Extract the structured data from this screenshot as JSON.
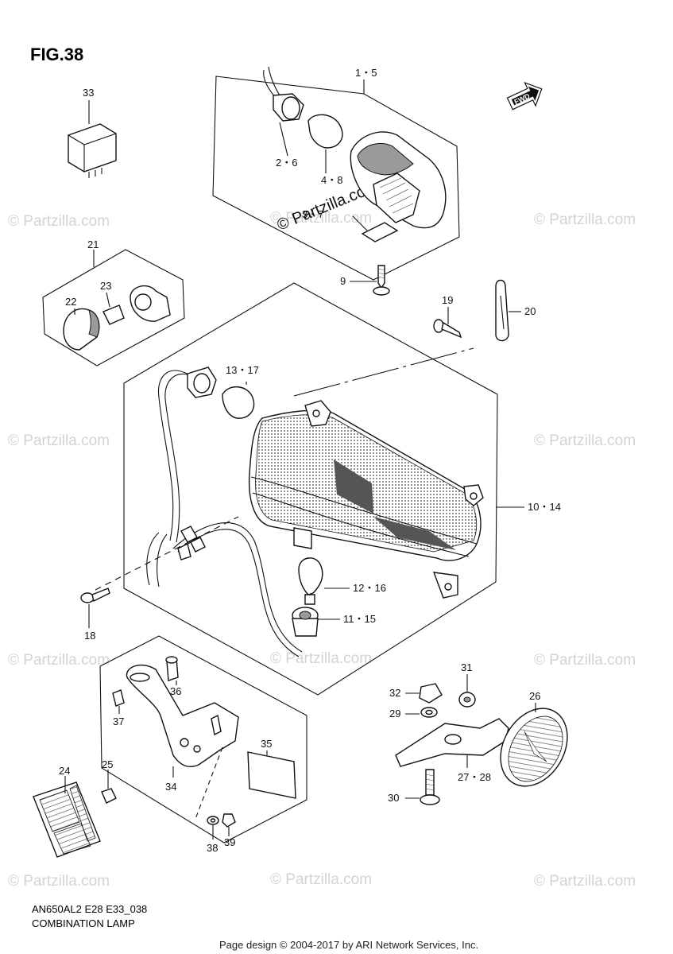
{
  "figure": {
    "title": "FIG.38",
    "code": "AN650AL2 E28 E33_038",
    "name": "COMBINATION LAMP"
  },
  "fwd_label": "FWD",
  "watermark": {
    "text": "© Partzilla.com",
    "center_text": "© Partzilla.com"
  },
  "footer": "Page design © 2004-2017 by ARI Network Services, Inc.",
  "callouts": {
    "c1_5": "1・5",
    "c2_6": "2・6",
    "c4_8": "4・8",
    "c3_7": "3・7",
    "c33": "33",
    "c21": "21",
    "c22": "22",
    "c23": "23",
    "c9": "9",
    "c19": "19",
    "c20": "20",
    "c13_17": "13・17",
    "c10_14": "10・14",
    "c12_16": "12・16",
    "c11_15": "11・15",
    "c18": "18",
    "c36": "36",
    "c37": "37",
    "c35": "35",
    "c34": "34",
    "c25": "25",
    "c24": "24",
    "c38": "38",
    "c39": "39",
    "c31": "31",
    "c32": "32",
    "c29": "29",
    "c26": "26",
    "c27_28": "27・28",
    "c30": "30"
  }
}
